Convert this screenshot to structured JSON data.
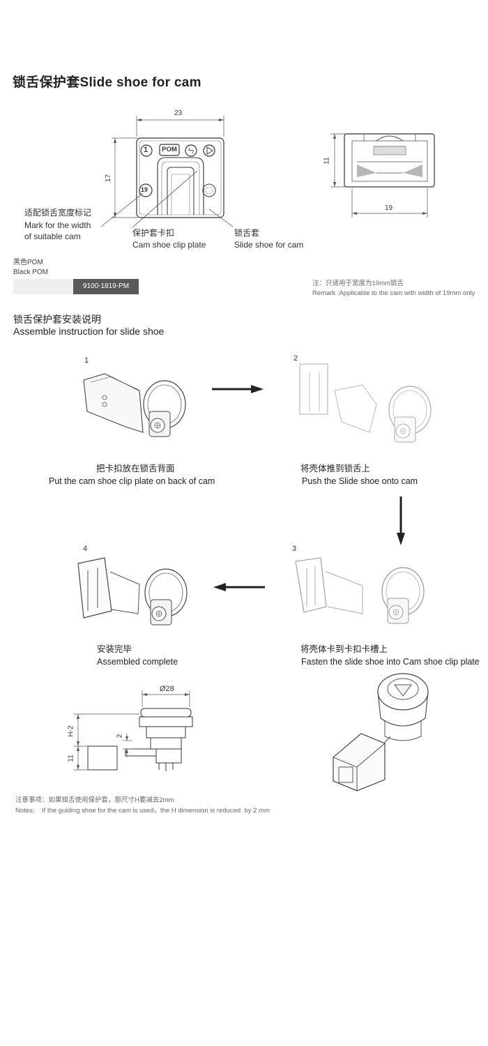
{
  "title": "锁舌保护套Slide shoe for cam",
  "top_drawing": {
    "dim_width": "23",
    "dim_height": "17",
    "badge_1": "1",
    "badge_pom": "POM",
    "badge_19": "19",
    "side_dim_height": "11",
    "side_dim_width": "19"
  },
  "callouts": {
    "mark_cn": "适配锁舌宽度标记",
    "mark_en1": "Mark for the width",
    "mark_en2": "of suitable cam",
    "clip_cn": "保护套卡扣",
    "clip_en": "Cam shoe clip plate",
    "shoe_cn": "锁舌套",
    "shoe_en": "Slide shoe for cam"
  },
  "material": {
    "cn": "黑色POM",
    "en": "Black POM",
    "part_number": "9100-1819-PM"
  },
  "remark": {
    "cn": "注：只适用于宽度为19mm锁舌",
    "en": "Remark :Applicable to the cam with width of 19mm only"
  },
  "assembly": {
    "heading_cn": "锁舌保护套安装说明",
    "heading_en": "Assemble instruction for slide shoe",
    "steps": [
      {
        "no": "1",
        "cn": "把卡扣放在锁舌背面",
        "en": "Put the cam shoe clip plate on back of cam"
      },
      {
        "no": "2",
        "cn": "将壳体推到锁舌上",
        "en": "Push the Slide shoe onto cam"
      },
      {
        "no": "3",
        "cn": "将壳体卡到卡扣卡槽上",
        "en": "Fasten the slide shoe into Cam shoe clip plate"
      },
      {
        "no": "4",
        "cn": "安装完毕",
        "en": "Assembled complete"
      }
    ]
  },
  "bottom_drawing": {
    "dim_dia": "Ø28",
    "dim_h": "H-2",
    "dim_2": "2",
    "dim_11": "11"
  },
  "notes": {
    "cn": "注意事项：如果锁舌使用保护套，那尺寸H要减去2mm",
    "en": "Notes:    If the guiding shoe for the cam is used，the H dimension is reduced  by 2 mm"
  },
  "colors": {
    "part_number_bg": "#595959",
    "part_number_left_bg": "#efefef",
    "arrow": "#222222"
  }
}
